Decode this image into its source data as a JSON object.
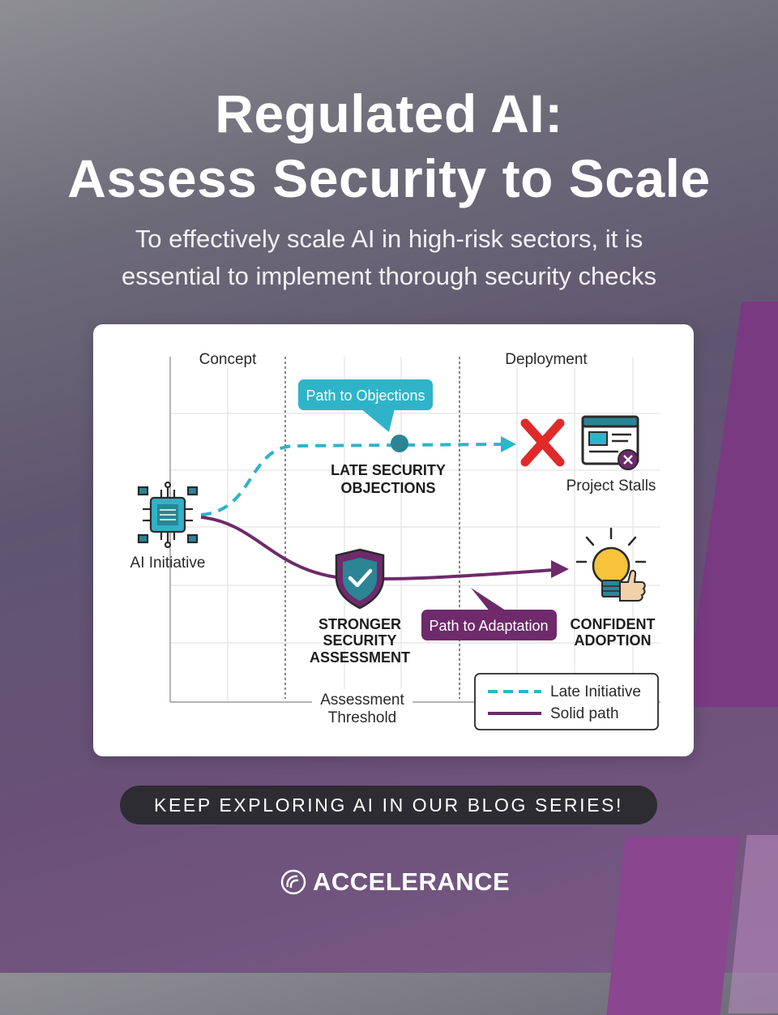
{
  "header": {
    "title_line1": "Regulated AI:",
    "title_line2": "Assess Security to Scale",
    "subtitle_line1": "To effectively scale AI in high-risk sectors, it is",
    "subtitle_line2": "essential to implement thorough security checks"
  },
  "diagram": {
    "stage_concept": "Concept",
    "stage_deployment": "Deployment",
    "start_label": "AI Initiative",
    "callout_objections": "Path to Objections",
    "late_objections_line1": "LATE SECURITY",
    "late_objections_line2": "OBJECTIONS",
    "stall_label": "Project Stalls",
    "shield_line1": "STRONGER",
    "shield_line2": "SECURITY",
    "shield_line3": "ASSESSMENT",
    "callout_adaptation": "Path to Adaptation",
    "adoption_line1": "CONFIDENT",
    "adoption_line2": "ADOPTION",
    "threshold_line1": "Assessment",
    "threshold_line2": "Threshold",
    "legend": {
      "dashed_label": "Late Initiative",
      "solid_label": "Solid path"
    },
    "colors": {
      "teal": "#2fb3c9",
      "plum": "#6e2a6b",
      "red": "#e02a2a",
      "bulb": "#f6c33b"
    },
    "icons": [
      "chip-icon",
      "cross-icon",
      "broken-window-icon",
      "shield-check-icon",
      "lightbulb-thumbs-up-icon"
    ]
  },
  "cta": {
    "label": "KEEP EXPLORING AI IN OUR BLOG SERIES!"
  },
  "brand": {
    "name": "ACCELERANCE"
  }
}
